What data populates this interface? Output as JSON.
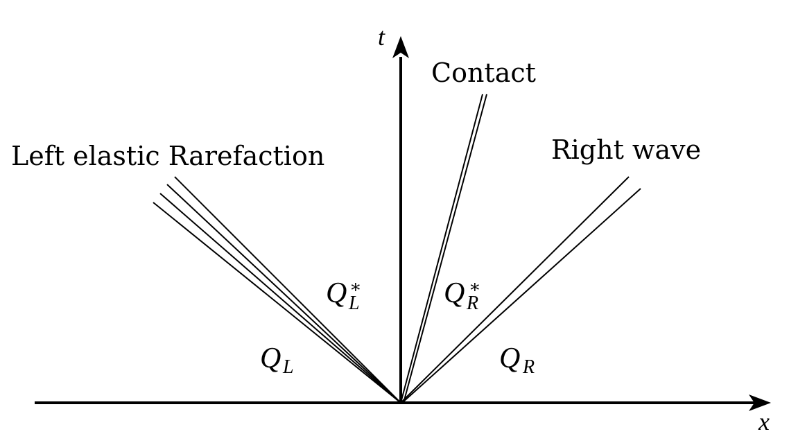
{
  "axes": {
    "x_label": "x",
    "t_label": "t"
  },
  "waves": {
    "left_label": "Left elastic Rarefaction",
    "contact_label": "Contact",
    "right_label": "Right wave"
  },
  "states": {
    "q_left": {
      "base": "Q",
      "sub": "L",
      "sup": ""
    },
    "q_left_star": {
      "base": "Q",
      "sub": "L",
      "sup": "∗"
    },
    "q_right_star": {
      "base": "Q",
      "sub": "R",
      "sup": "∗"
    },
    "q_right": {
      "base": "Q",
      "sub": "R",
      "sup": ""
    }
  },
  "colors": {
    "ink": "#000000",
    "background": "#ffffff"
  }
}
